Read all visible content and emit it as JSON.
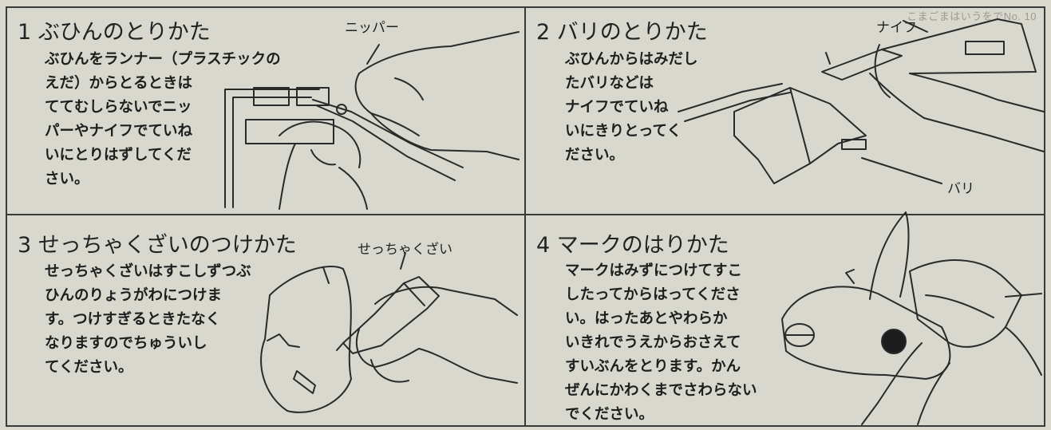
{
  "corner_label": "こまごまはいうをでNo. 10",
  "panels": [
    {
      "title": "1 ぶひんのとりかた",
      "body": "ぶひんをランナー（プラスチックの\nえだ）からとるときは\nててむしらないでニッ\nパーやナイフでていね\nいにとりはずしてくだ\nさい。",
      "callouts": [
        "ニッパー"
      ]
    },
    {
      "title": "2 バリのとりかた",
      "body": "ぶひんからはみだし\nたバリなどは\nナイフでていね\nいにきりとってく\nださい。",
      "callouts": [
        "ナイフ",
        "バリ"
      ]
    },
    {
      "title": "3 せっちゃくざいのつけかた",
      "body": "せっちゃくざいはすこしずつぶ\nひんのりょうがわにつけま\nす。つけすぎるときたなく\nなりますのでちゅういし\nてください。",
      "callouts": [
        "せっちゃくざい"
      ]
    },
    {
      "title": "4 マークのはりかた",
      "body": "マークはみずにつけてすこ\nしたってからはってくださ\nい。はったあとやわらか\nいきれでうえからおさえて\nすいぶんをとります。かん\nぜんにかわくまでさわらない\nでください。",
      "callouts": []
    }
  ]
}
